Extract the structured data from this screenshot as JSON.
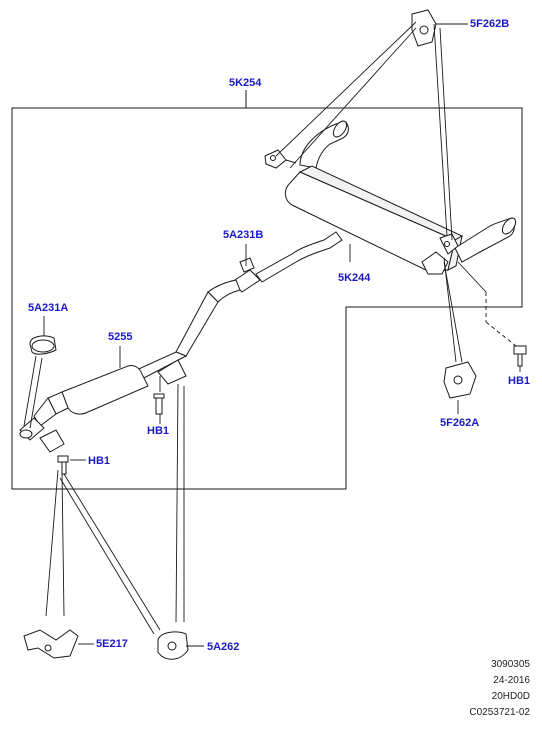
{
  "labels": {
    "5F262B": "5F262B",
    "5K254": "5K254",
    "5A231B": "5A231B",
    "5K244": "5K244",
    "5A231A": "5A231A",
    "5255": "5255",
    "HB1_right": "HB1",
    "HB1_center": "HB1",
    "HB1_left": "HB1",
    "5F262A": "5F262A",
    "5E217": "5E217",
    "5A262": "5A262"
  },
  "reference": {
    "line1": "3090305",
    "line2": "24-2016",
    "line3": "20HD0D",
    "line4": "C0253721-02"
  },
  "colors": {
    "label": "#1a1ac8",
    "line": "#1a1a1a",
    "part_fill": "#ffffff"
  }
}
